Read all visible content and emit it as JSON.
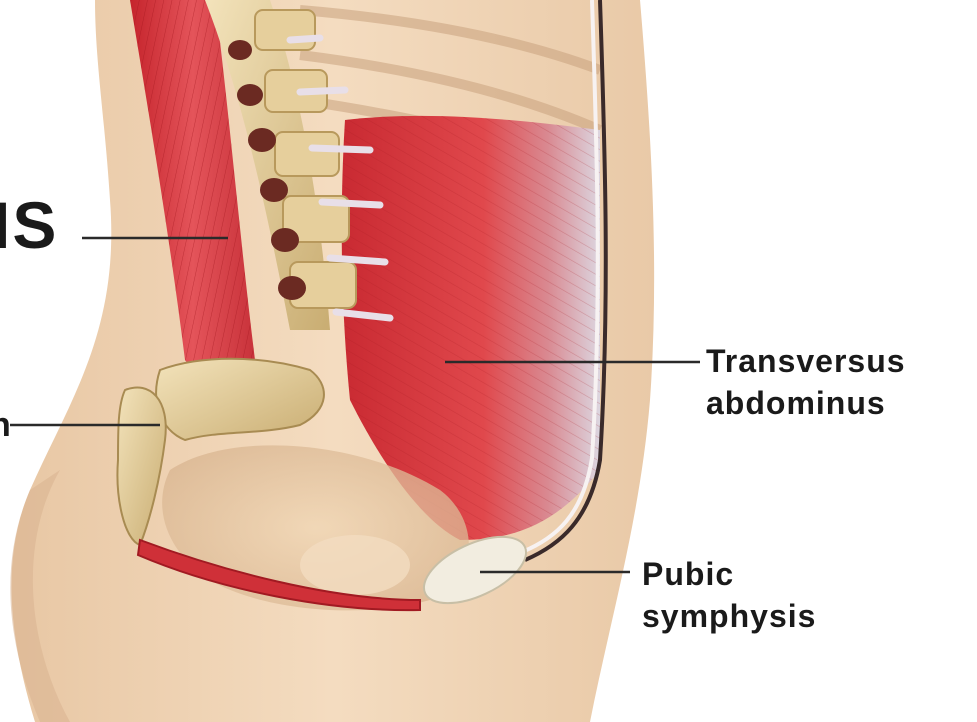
{
  "figure": {
    "labels": [
      {
        "id": "multifidus",
        "lines": [
          "IS"
        ]
      },
      {
        "id": "sacrum",
        "lines": [
          "n"
        ]
      },
      {
        "id": "transversus-abdominus",
        "lines": [
          "Transversus",
          "abdominus"
        ]
      },
      {
        "id": "pubic-symphysis",
        "lines": [
          "Pubic",
          "symphysis"
        ]
      }
    ]
  },
  "colors": {
    "skin": "#f1d7b9",
    "skin_shadow": "#d9b28f",
    "muscle": "#d8323a",
    "muscle_dark": "#b31d25",
    "bone": "#e9d3a1",
    "bone_dark": "#b89a5f",
    "fascia": "#e9e3ea",
    "leader_line": "#2a2a2a",
    "label_text": "#1a1a1a"
  }
}
